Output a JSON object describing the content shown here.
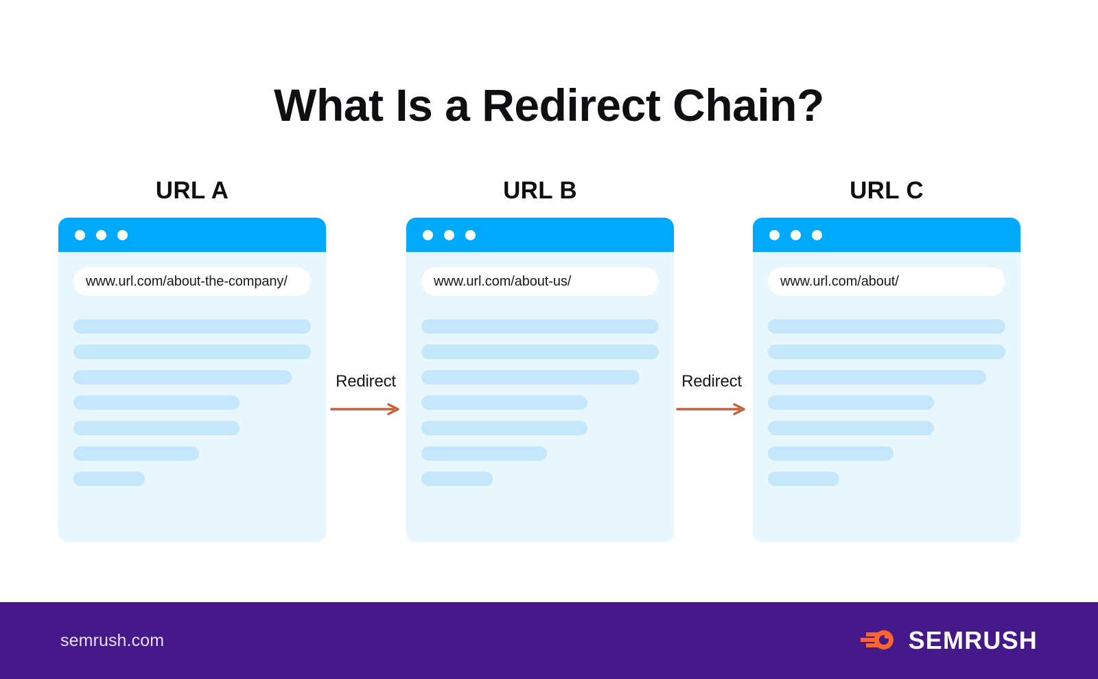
{
  "title": "What Is a Redirect Chain?",
  "colors": {
    "browser_titlebar": "#00A9FA",
    "card_background": "#E8F6FD",
    "content_line": "#C5E7FB",
    "arrow": "#C4603A",
    "footer_background": "#45198A",
    "footer_text": "#E8DEFA",
    "logo_mark": "#FF642D"
  },
  "diagram": {
    "type": "redirect-chain",
    "nodes": [
      {
        "label": "URL A",
        "url": "www.url.com/about-the-company/",
        "dots": [
          "dot-1",
          "dot-2",
          "dot-3"
        ],
        "content_line_widths": [
          "100%",
          "100%",
          "92%",
          "70%",
          "70%",
          "53%",
          "30%"
        ]
      },
      {
        "label": "URL B",
        "url": "www.url.com/about-us/",
        "dots": [
          "dot-1",
          "dot-2",
          "dot-3"
        ],
        "content_line_widths": [
          "100%",
          "100%",
          "92%",
          "70%",
          "70%",
          "53%",
          "30%"
        ]
      },
      {
        "label": "URL C",
        "url": "www.url.com/about/",
        "dots": [
          "dot-1",
          "dot-2",
          "dot-3"
        ],
        "content_line_widths": [
          "100%",
          "100%",
          "92%",
          "70%",
          "70%",
          "53%",
          "30%"
        ]
      }
    ],
    "connectors": [
      {
        "label": "Redirect",
        "from": "URL A",
        "to": "URL B",
        "icon": "arrow-right-icon"
      },
      {
        "label": "Redirect",
        "from": "URL B",
        "to": "URL C",
        "icon": "arrow-right-icon"
      }
    ]
  },
  "footer": {
    "domain": "semrush.com",
    "brand": "SEMRUSH",
    "logo_icon": "semrush-comet-icon"
  }
}
